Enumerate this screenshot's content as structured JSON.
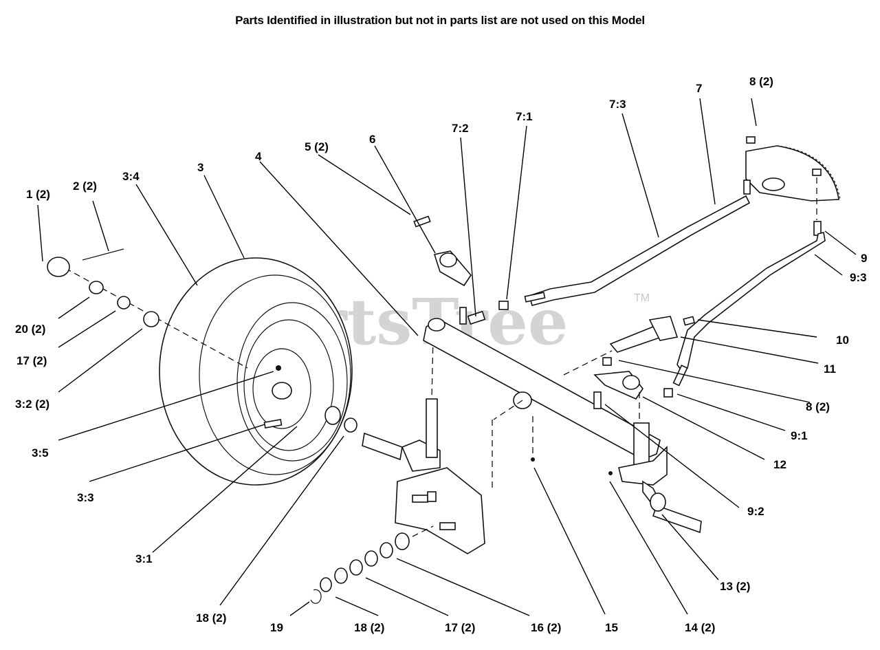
{
  "header": {
    "note": "Parts Identified  in illustration but not in parts list are not used on this Model"
  },
  "watermark": {
    "text": "PartsTree",
    "trademark": "TM"
  },
  "callouts": [
    {
      "id": "c1",
      "label": "1 (2)"
    },
    {
      "id": "c2",
      "label": "2 (2)"
    },
    {
      "id": "c3_4",
      "label": "3:4"
    },
    {
      "id": "c3",
      "label": "3"
    },
    {
      "id": "c4",
      "label": "4"
    },
    {
      "id": "c5",
      "label": "5 (2)"
    },
    {
      "id": "c6",
      "label": "6"
    },
    {
      "id": "c7_2",
      "label": "7:2"
    },
    {
      "id": "c7_1",
      "label": "7:1"
    },
    {
      "id": "c7_3",
      "label": "7:3"
    },
    {
      "id": "c7",
      "label": "7"
    },
    {
      "id": "c8a",
      "label": "8 (2)"
    },
    {
      "id": "c9",
      "label": "9"
    },
    {
      "id": "c9_3",
      "label": "9:3"
    },
    {
      "id": "c10",
      "label": "10"
    },
    {
      "id": "c11",
      "label": "11"
    },
    {
      "id": "c8b",
      "label": "8 (2)"
    },
    {
      "id": "c9_1",
      "label": "9:1"
    },
    {
      "id": "c12",
      "label": "12"
    },
    {
      "id": "c9_2",
      "label": "9:2"
    },
    {
      "id": "c13",
      "label": "13 (2)"
    },
    {
      "id": "c14",
      "label": "14 (2)"
    },
    {
      "id": "c15",
      "label": "15"
    },
    {
      "id": "c16",
      "label": "16 (2)"
    },
    {
      "id": "c17b",
      "label": "17 (2)"
    },
    {
      "id": "c18b",
      "label": "18 (2)"
    },
    {
      "id": "c19",
      "label": "19"
    },
    {
      "id": "c18a",
      "label": "18 (2)"
    },
    {
      "id": "c3_1",
      "label": "3:1"
    },
    {
      "id": "c3_3",
      "label": "3:3"
    },
    {
      "id": "c3_5",
      "label": "3:5"
    },
    {
      "id": "c3_2",
      "label": "3:2 (2)"
    },
    {
      "id": "c17a",
      "label": "17 (2)"
    },
    {
      "id": "c20",
      "label": "20 (2)"
    }
  ]
}
